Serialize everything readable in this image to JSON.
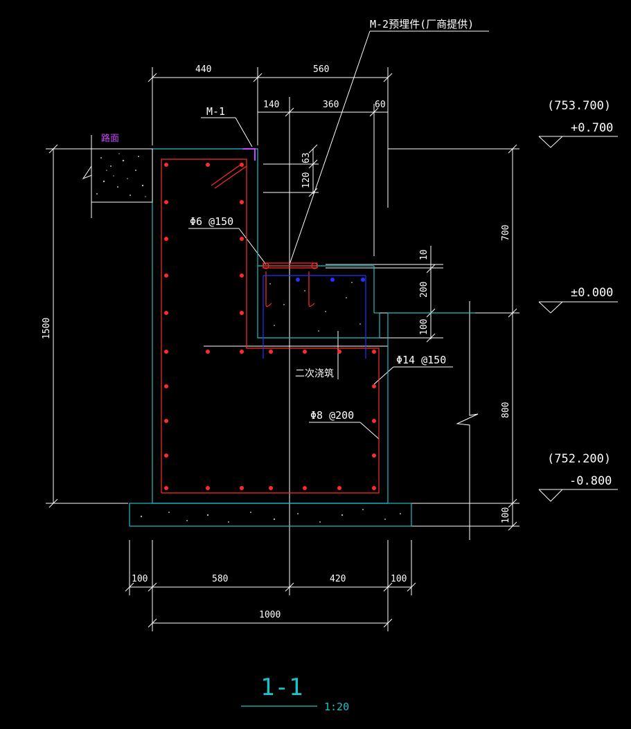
{
  "colors": {
    "background": "#000000",
    "outline": "#19c2c7",
    "rebar": "#ff2b2b",
    "text": "#ffffff",
    "secondary": "#2233ff",
    "embed": "#cc44ff"
  },
  "labels": {
    "embed_m2": "M-2预埋件(厂商提供)",
    "embed_m1": "M-1",
    "road_surface": "路面",
    "rebar_phi6": "Φ6 @150",
    "rebar_phi14": "Φ14 @150",
    "rebar_phi8": "Φ8 @200",
    "secondary_pour": "二次浇筑"
  },
  "elevations": {
    "top_abs": "(753.700)",
    "top_rel": "+0.700",
    "zero_rel": "±0.000",
    "bottom_abs": "(752.200)",
    "bottom_rel": "-0.800"
  },
  "dims": {
    "top_440": "440",
    "top_560": "560",
    "top_140": "140",
    "top_360": "360",
    "top_60": "60",
    "v_63": "63",
    "v_120": "120",
    "v_10": "10",
    "v_200": "200",
    "v_100": "100",
    "right_700": "700",
    "right_800": "800",
    "right_100": "100",
    "left_1500": "1500",
    "bot_100a": "100",
    "bot_580": "580",
    "bot_420": "420",
    "bot_100b": "100",
    "bot_1000": "1000"
  },
  "section": {
    "title": "1-1",
    "scale": "1:20"
  }
}
